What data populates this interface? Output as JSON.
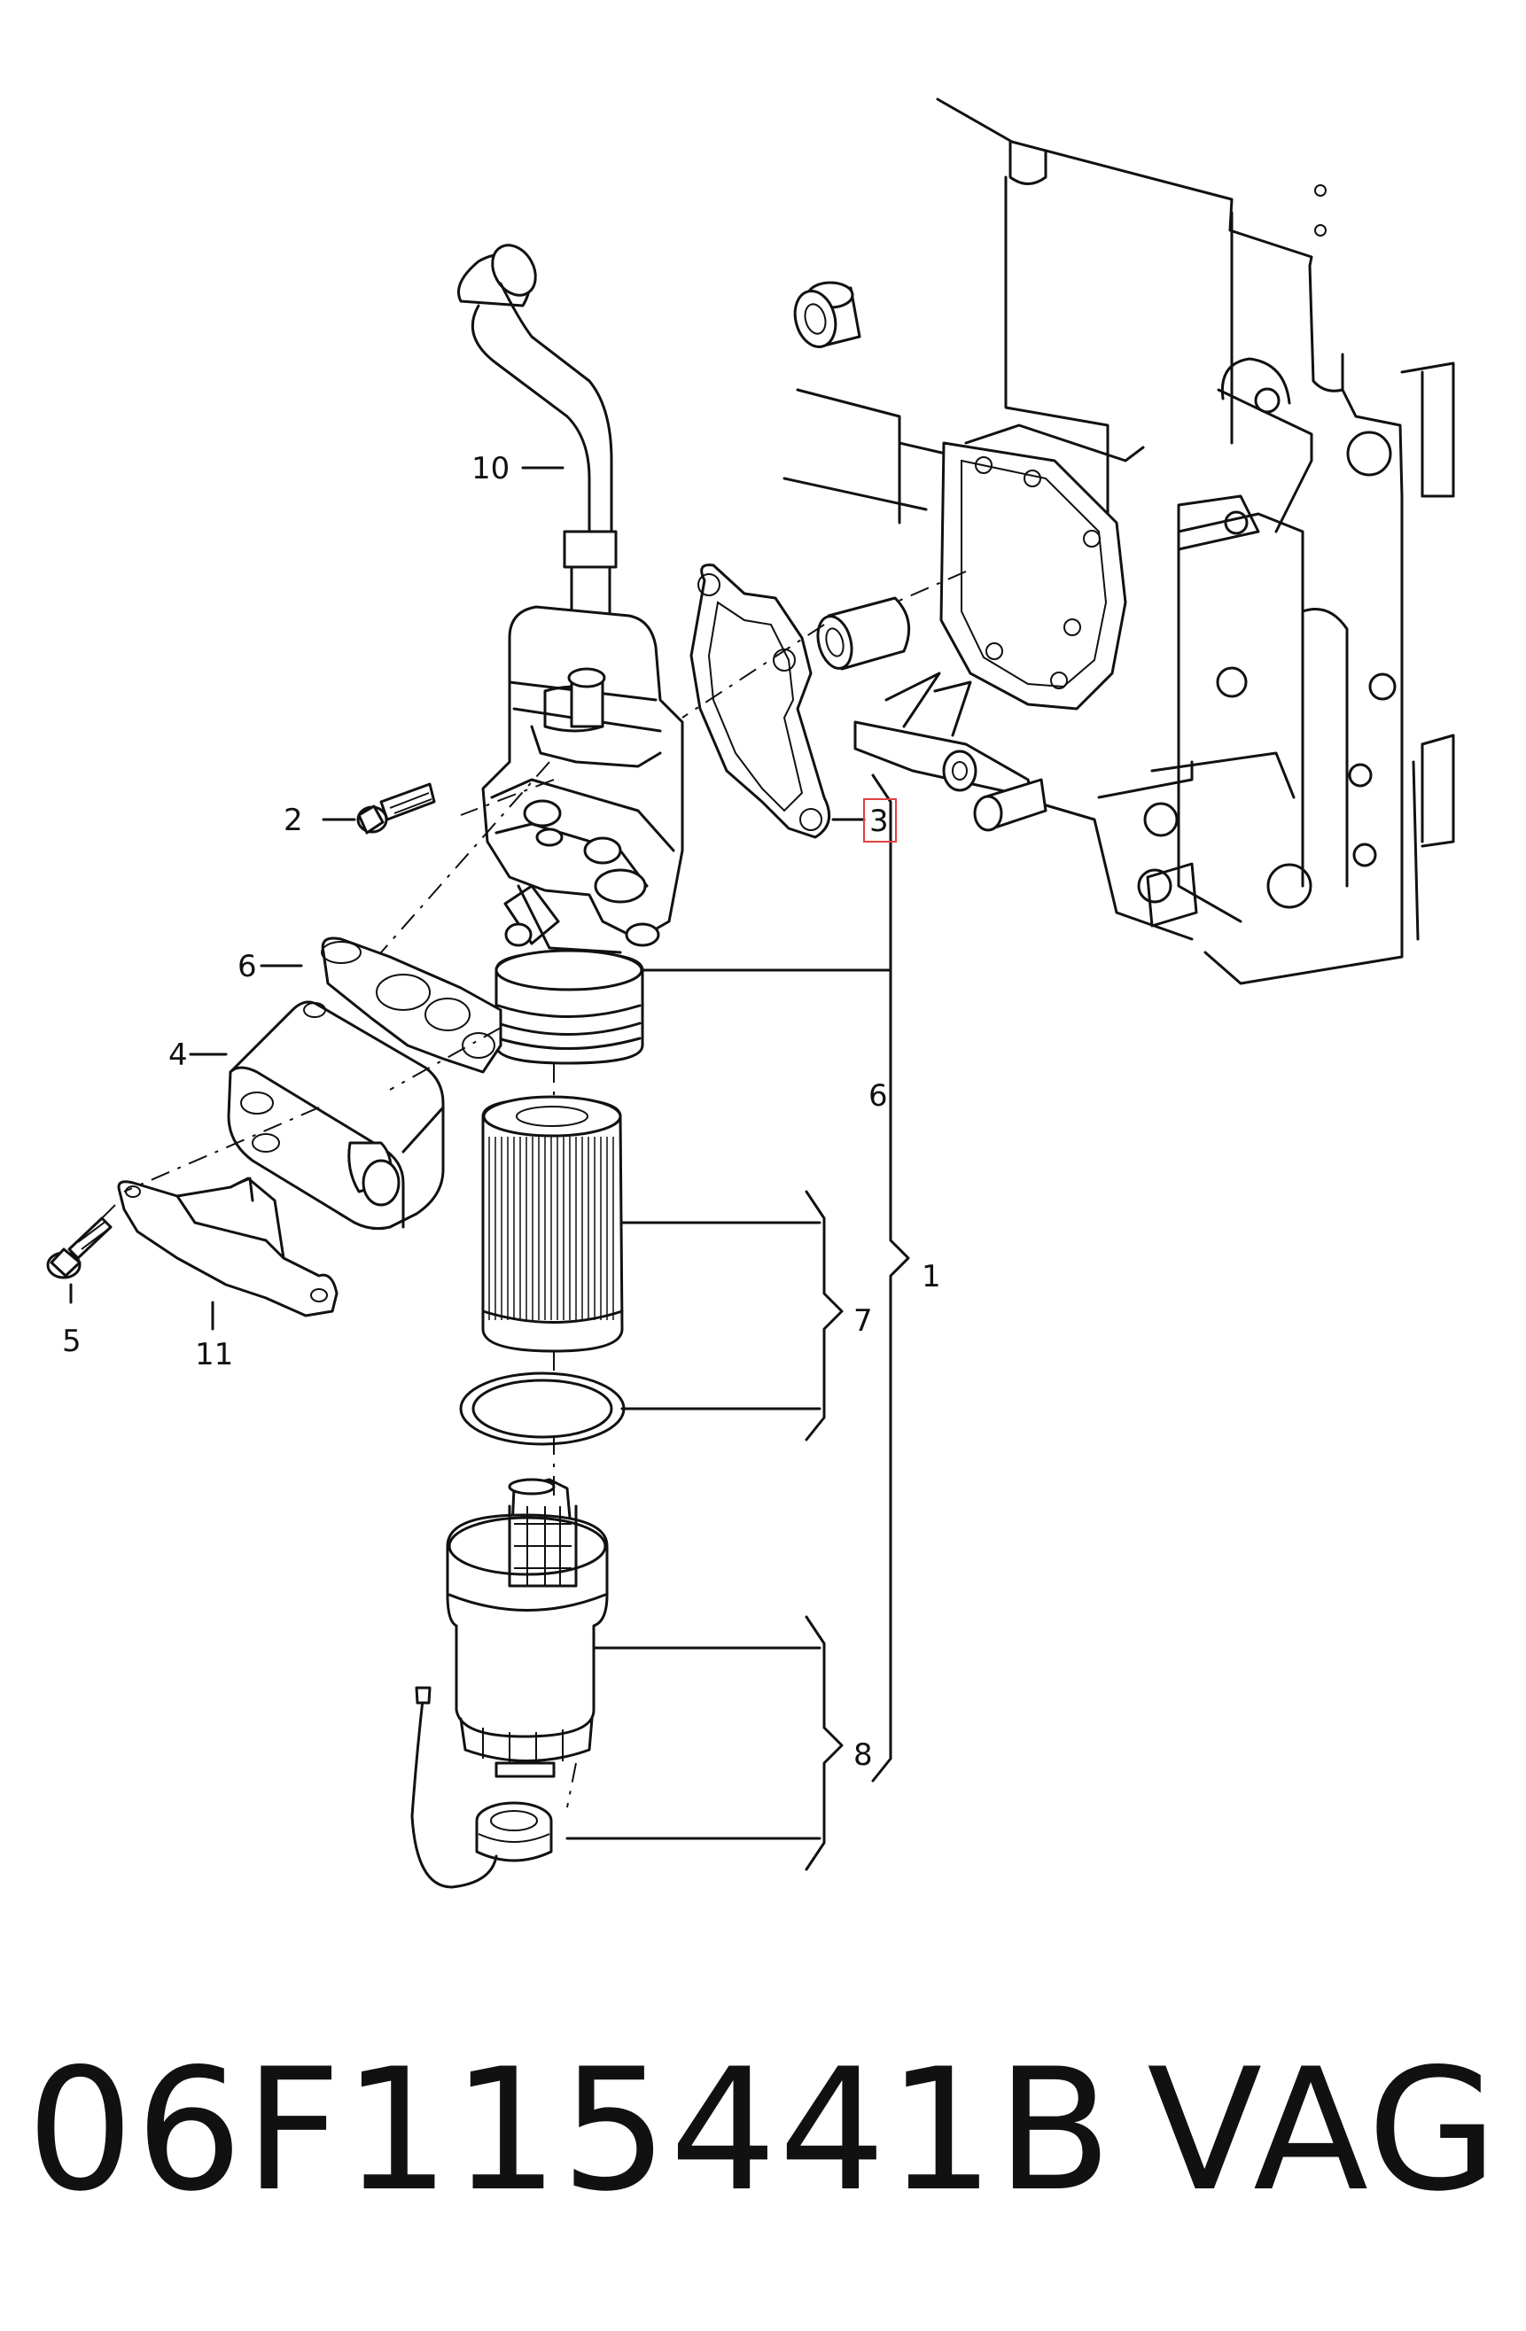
{
  "part_number": "06F115441B",
  "brand": "VAG",
  "highlight_color": "#e04040",
  "callouts": {
    "c1": "1",
    "c2": "2",
    "c3": "3",
    "c4": "4",
    "c5": "5",
    "c6a": "6",
    "c6b": "6",
    "c7": "7",
    "c8": "8",
    "c10": "10",
    "c11": "11"
  }
}
